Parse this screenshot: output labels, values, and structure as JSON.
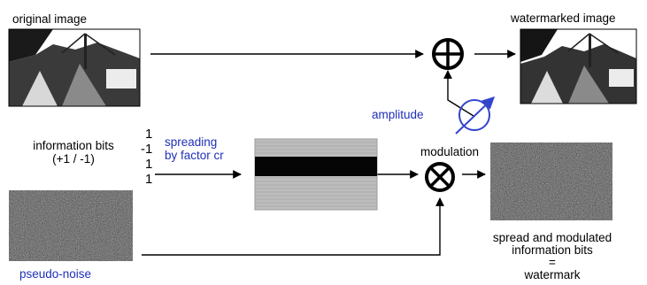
{
  "labels": {
    "original_image": "original image",
    "watermarked_image": "watermarked image",
    "amplitude": "amplitude",
    "information_bits_line1": "information bits",
    "information_bits_line2": "(+1 / -1)",
    "spreading_line1": "spreading",
    "spreading_line2": "by factor cr",
    "modulation": "modulation",
    "pseudo_noise": "pseudo-noise",
    "result_line1": "spread and modulated",
    "result_line2": "information bits",
    "result_line3": "=",
    "result_line4": "watermark"
  },
  "bits": [
    "1",
    "-1",
    "1",
    "1"
  ],
  "colors": {
    "label_blue": "#1f2fb8",
    "amplitude_arrow": "#3344cc",
    "wire": "#000000"
  }
}
